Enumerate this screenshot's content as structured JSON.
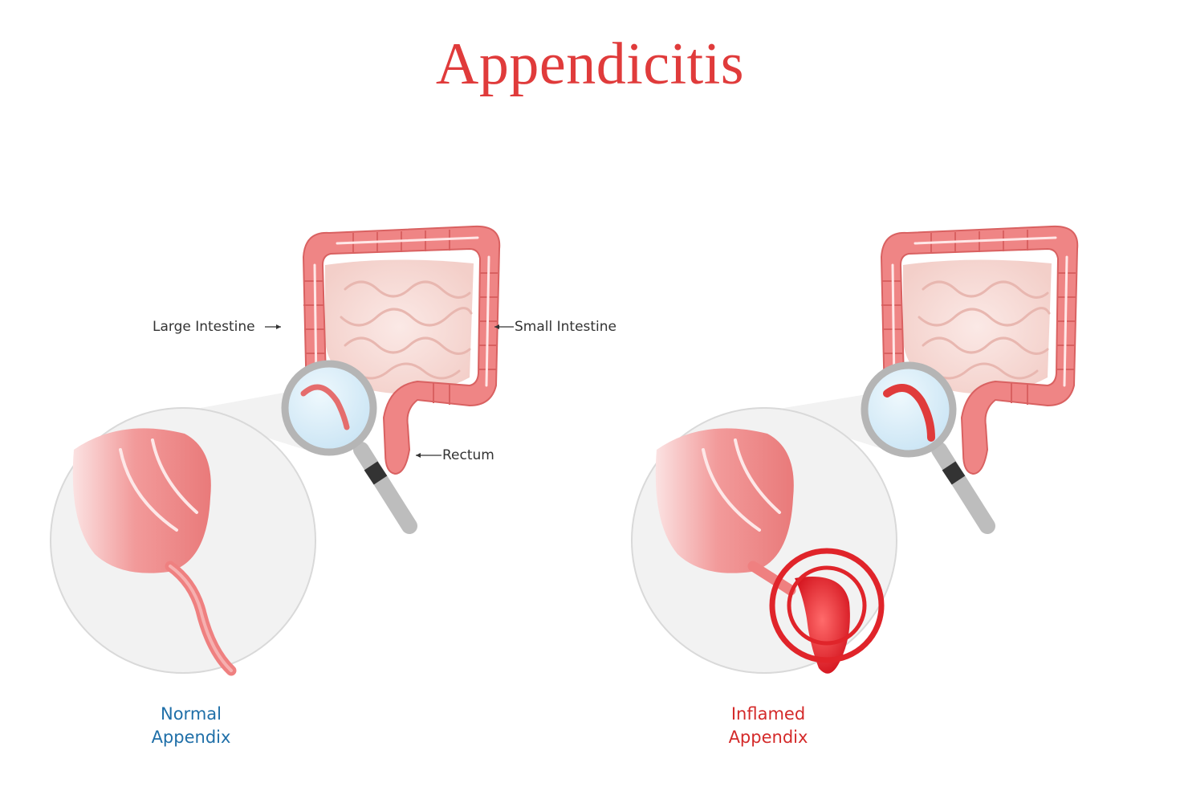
{
  "title": "Appendicitis",
  "labels": {
    "large_intestine": "Large Intestine",
    "small_intestine": "Small Intestine",
    "rectum": "Rectum"
  },
  "captions": {
    "normal": {
      "line1": "Normal",
      "line2": "Appendix",
      "color": "#1f6fa8"
    },
    "inflamed": {
      "line1": "Inflamed",
      "line2": "Appendix",
      "color": "#d42a2a"
    }
  },
  "colors": {
    "title": "#e03b3b",
    "colon": "#ef8080",
    "colon_dark": "#d85e5e",
    "small_intestine": "#f6d8d3",
    "inflammation": "#e0242a",
    "lens": "#d6ecf8"
  }
}
